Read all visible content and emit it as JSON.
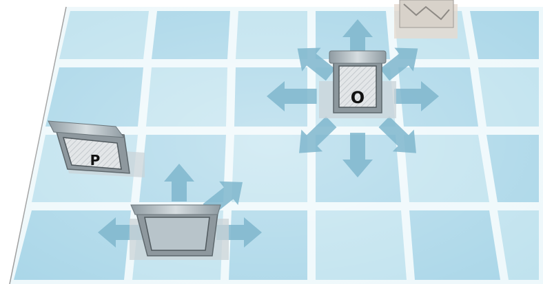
{
  "board": {
    "rows": 4,
    "cols": 6,
    "tile_color_a": "#bfe2ee",
    "tile_color_b": "#a9d6e8",
    "grout_color": "#eef8fb",
    "edge_color": "#9a9a9a"
  },
  "arrow_color": "#7fb6cc",
  "pieces": [
    {
      "id": "piece-o",
      "label": "O",
      "moves": [
        "n",
        "ne",
        "e",
        "se",
        "s",
        "sw",
        "w",
        "nw"
      ]
    },
    {
      "id": "piece-p",
      "label": "P",
      "moves": []
    },
    {
      "id": "piece-blank",
      "label": "",
      "moves": [
        "n",
        "ne",
        "e",
        "w"
      ]
    },
    {
      "id": "piece-far",
      "label": "",
      "moves": []
    }
  ]
}
